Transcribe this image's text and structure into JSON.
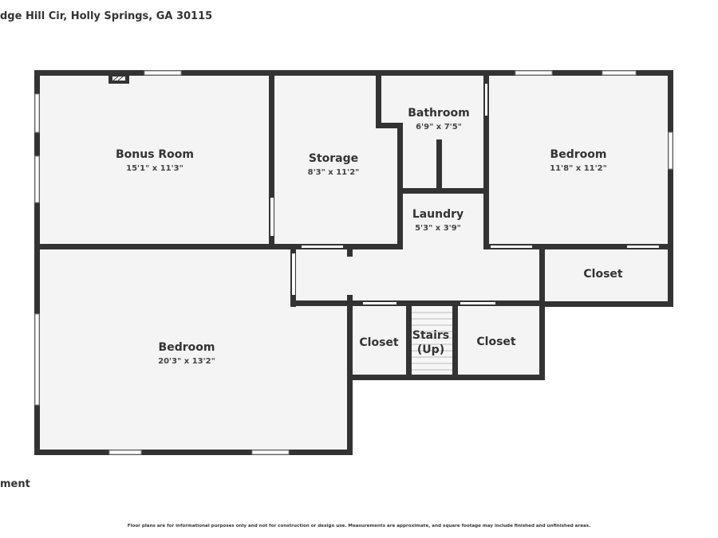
{
  "header": {
    "address": "dge Hill Cir, Holly Springs, GA 30115"
  },
  "level_label": "ment",
  "disclaimer": "Floor plans are for informational purposes only and not for construction or design use. Measurements are approximate, and square footage may include finished and unfinished areas.",
  "rooms": {
    "bonus_room": {
      "name": "Bonus Room",
      "dims": "15'1\" x 11'3\""
    },
    "storage": {
      "name": "Storage",
      "dims": "8'3\" x 11'2\""
    },
    "bathroom": {
      "name": "Bathroom",
      "dims": "6'9\" x 7'5\""
    },
    "bedroom_right": {
      "name": "Bedroom",
      "dims": "11'8\" x 11'2\""
    },
    "laundry": {
      "name": "Laundry",
      "dims": "5'3\" x 3'9\""
    },
    "closet_right": {
      "name": "Closet"
    },
    "bedroom_left": {
      "name": "Bedroom",
      "dims": "20'3\" x 13'2\""
    },
    "closet_left": {
      "name": "Closet"
    },
    "stairs": {
      "name": "Stairs",
      "sub": "(Up)"
    },
    "closet_mid": {
      "name": "Closet"
    }
  },
  "colors": {
    "wall": "#333333",
    "floor": "#f4f4f4",
    "text": "#333333"
  }
}
